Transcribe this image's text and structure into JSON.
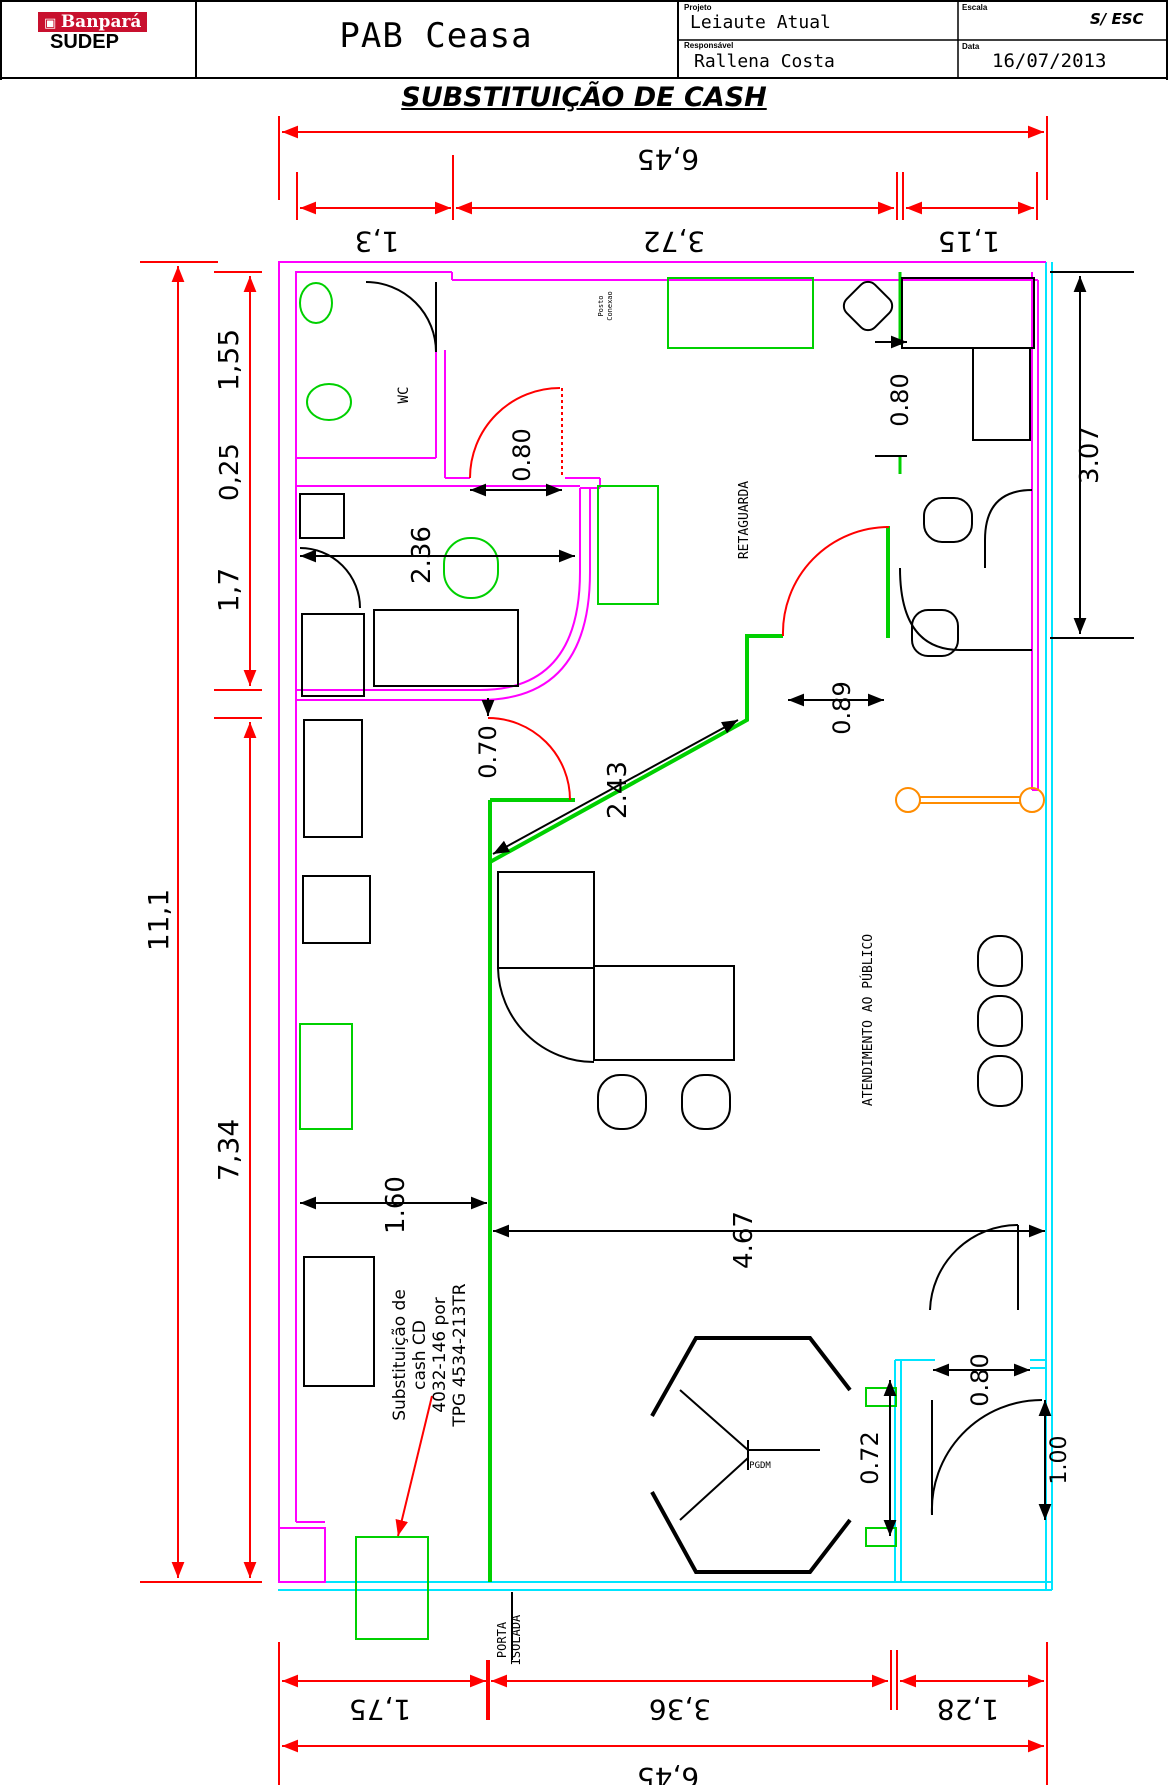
{
  "header": {
    "company": "Banpará",
    "department": "SUDEP",
    "title": "PAB Ceasa",
    "projeto_label": "Projeto",
    "projeto_value": "Leiaute Atual",
    "responsavel_label": "Responsável",
    "responsavel_value": "Rallena Costa",
    "escala_label": "Escala",
    "escala_value": "S/ ESC",
    "data_label": "Data",
    "data_value": "16/07/2013"
  },
  "subtitle": "SUBSTITUIÇÃO DE CASH",
  "dimensions": {
    "top_total": "6,45",
    "top_left": "1,3",
    "top_mid": "3,72",
    "top_right": "1,15",
    "bottom_total": "6,45",
    "bottom_left": "1,75",
    "bottom_mid": "3,36",
    "bottom_right": "1,28",
    "left_total": "11,1",
    "left_1": "1,55",
    "left_2": "0,25",
    "left_3": "1,7",
    "left_4": "7,34",
    "right_307": "3.07",
    "door_080_a": "0.80",
    "door_080_b": "0.80",
    "door_080_c": "0.80",
    "width_236": "2.36",
    "door_070": "0.70",
    "door_089": "0.89",
    "diag_243": "2.43",
    "width_160": "1.60",
    "width_467": "4.67",
    "door_072": "0.72",
    "door_100": "1.00"
  },
  "labels": {
    "wc": "WC",
    "retaguarda": "RETAGUARDA",
    "atendimento": "ATENDIMENTO AO PÚBLICO",
    "pgdm": "PGDM",
    "porta_isolada_1": "PORTA",
    "porta_isolada_2": "ISOLADA",
    "note_1": "Substituição de",
    "note_2": "cash CD",
    "note_3": "4032-146 por",
    "note_4": "TPG 4534-213TR",
    "posto_1": "Posto",
    "posto_2": "Conexao"
  },
  "colors": {
    "wall": "#ff00ff",
    "dimension": "#ff0000",
    "equipment": "#00d000",
    "exterior": "#00ffff",
    "furniture": "#000000",
    "alarm": "#ff8c00"
  }
}
